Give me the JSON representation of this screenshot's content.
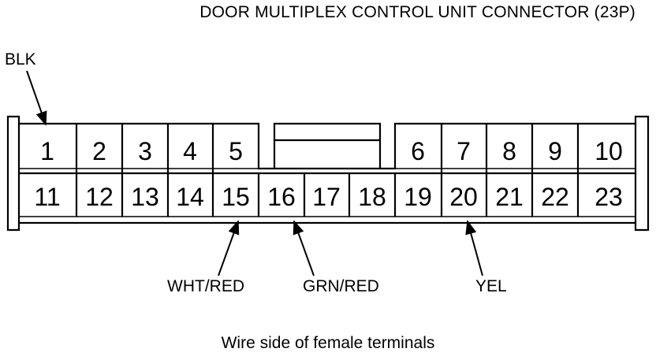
{
  "diagram": {
    "title": "DOOR MULTIPLEX CONTROL UNIT CONNECTOR (23P)",
    "caption": "Wire side of female terminals",
    "callouts": [
      {
        "label": "BLK",
        "terminal": "1"
      },
      {
        "label": "WHT/RED",
        "terminal": "15"
      },
      {
        "label": "GRN/RED",
        "terminal": "16"
      },
      {
        "label": "YEL",
        "terminal": "20"
      }
    ],
    "terminals": {
      "top_row": [
        "1",
        "2",
        "3",
        "4",
        "5",
        "6",
        "7",
        "8",
        "9",
        "10"
      ],
      "bottom_row": [
        "11",
        "12",
        "13",
        "14",
        "15",
        "16",
        "17",
        "18",
        "19",
        "20",
        "21",
        "22",
        "23"
      ]
    }
  }
}
